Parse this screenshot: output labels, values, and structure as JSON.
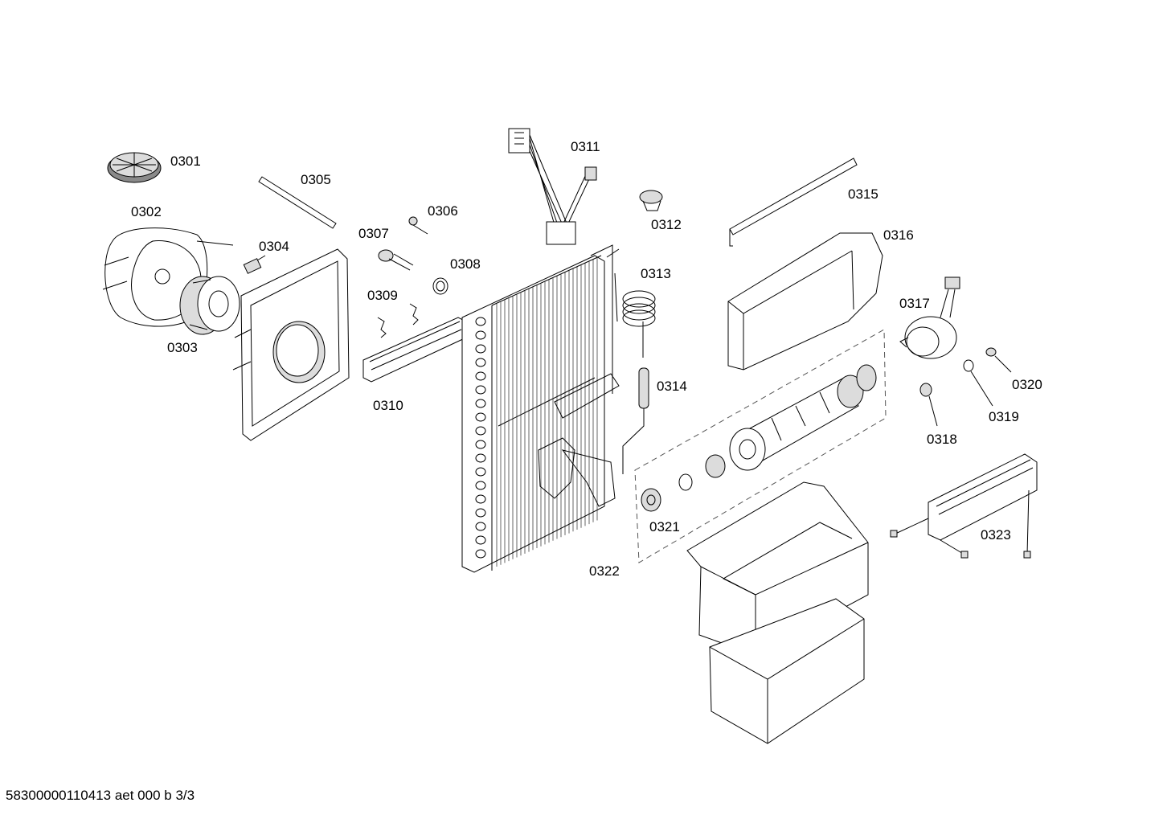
{
  "labels": {
    "p0301": "0301",
    "p0302": "0302",
    "p0303": "0303",
    "p0304": "0304",
    "p0305": "0305",
    "p0306": "0306",
    "p0307": "0307",
    "p0308": "0308",
    "p0309": "0309",
    "p0310": "0310",
    "p0311": "0311",
    "p0312": "0312",
    "p0313": "0313",
    "p0314": "0314",
    "p0315": "0315",
    "p0316": "0316",
    "p0317": "0317",
    "p0318": "0318",
    "p0319": "0319",
    "p0320": "0320",
    "p0321": "0321",
    "p0322": "0322",
    "p0323": "0323"
  },
  "footer": {
    "doc_code": "58300000110413 aet 000 b 3/3"
  }
}
